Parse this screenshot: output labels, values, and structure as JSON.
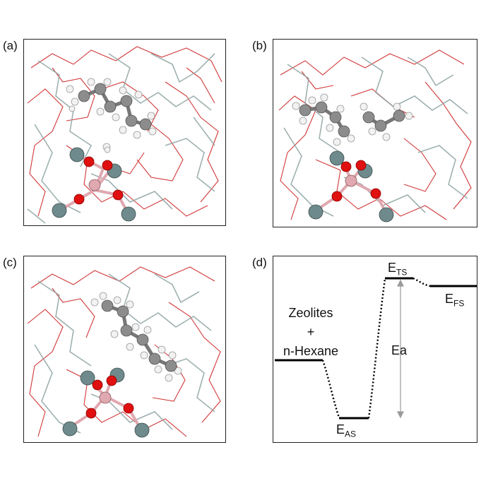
{
  "panels": {
    "a": {
      "label": "(a)"
    },
    "b": {
      "label": "(b)"
    },
    "c": {
      "label": "(c)"
    },
    "d": {
      "label": "(d)"
    }
  },
  "energy_diagram": {
    "reactant_line1": "Zeolites",
    "reactant_line2": "+",
    "reactant_line3": "n-Hexane",
    "adsorbed_state": {
      "main": "E",
      "sub": "AS"
    },
    "transition_state": {
      "main": "E",
      "sub": "TS"
    },
    "final_state": {
      "main": "E",
      "sub": "FS"
    },
    "activation_label": "Ea"
  },
  "colors": {
    "framework_oxygen": "#cc2222",
    "framework_si": "#8fa3a3",
    "atom_o": "#e01010",
    "atom_si": "#6f8a8c",
    "atom_al": "#e0a8b0",
    "atom_c": "#8c8c8c",
    "atom_h": "#f2f2f2"
  }
}
